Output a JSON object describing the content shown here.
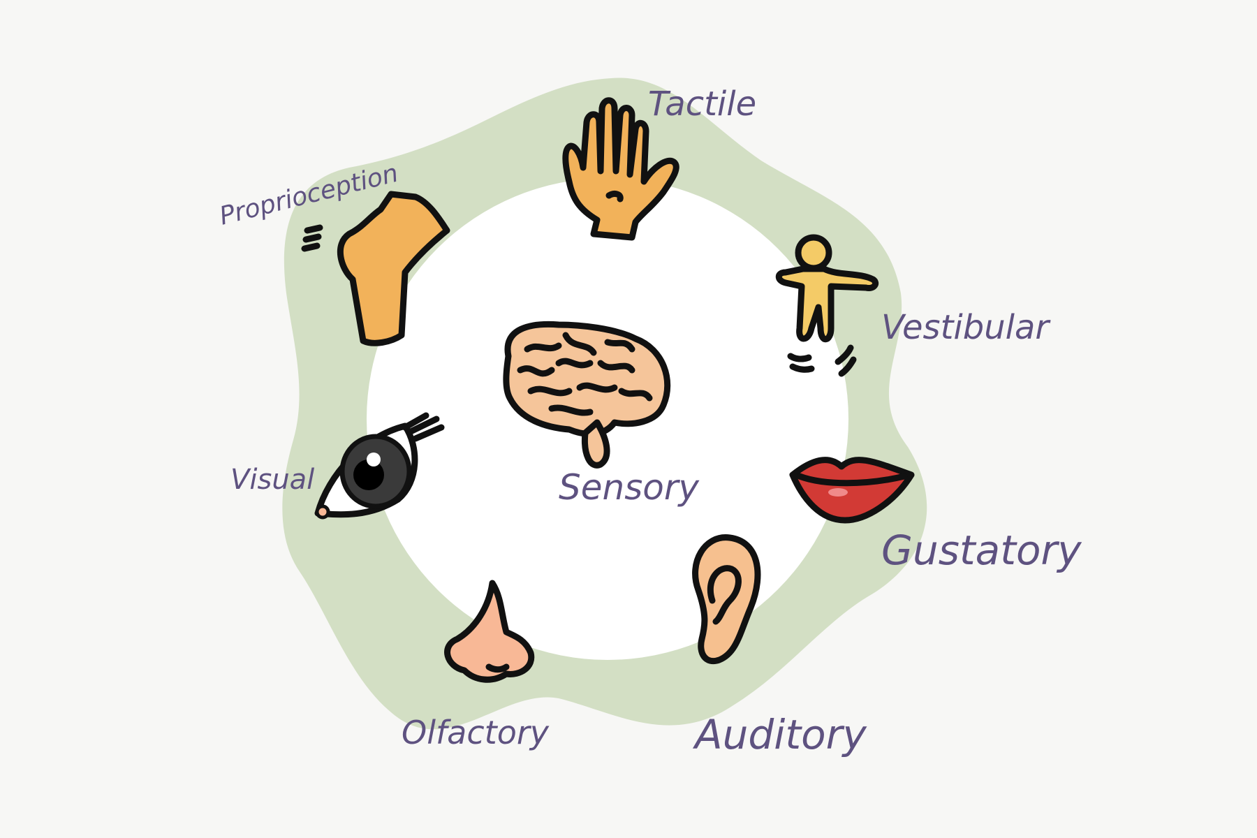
{
  "diagram": {
    "center_label": "Sensory",
    "senses": [
      {
        "label": "Tactile",
        "icon": "hand-icon"
      },
      {
        "label": "Vestibular",
        "icon": "body-motion-icon"
      },
      {
        "label": "Gustatory",
        "icon": "lips-icon"
      },
      {
        "label": "Auditory",
        "icon": "ear-icon"
      },
      {
        "label": "Olfactory",
        "icon": "nose-icon"
      },
      {
        "label": "Visual",
        "icon": "eye-icon"
      },
      {
        "label": "Proprioception",
        "icon": "knee-joint-icon"
      }
    ],
    "center_icon": "brain-icon"
  },
  "colors": {
    "background": "#f7f7f5",
    "ring": "#d3dfc4",
    "inner_circle": "#ffffff",
    "label_text": "#5e5280",
    "skin": "#f6c08f",
    "hand_tan": "#f2b25a",
    "body_yellow": "#f4cb67",
    "lips_red": "#d23a35"
  }
}
